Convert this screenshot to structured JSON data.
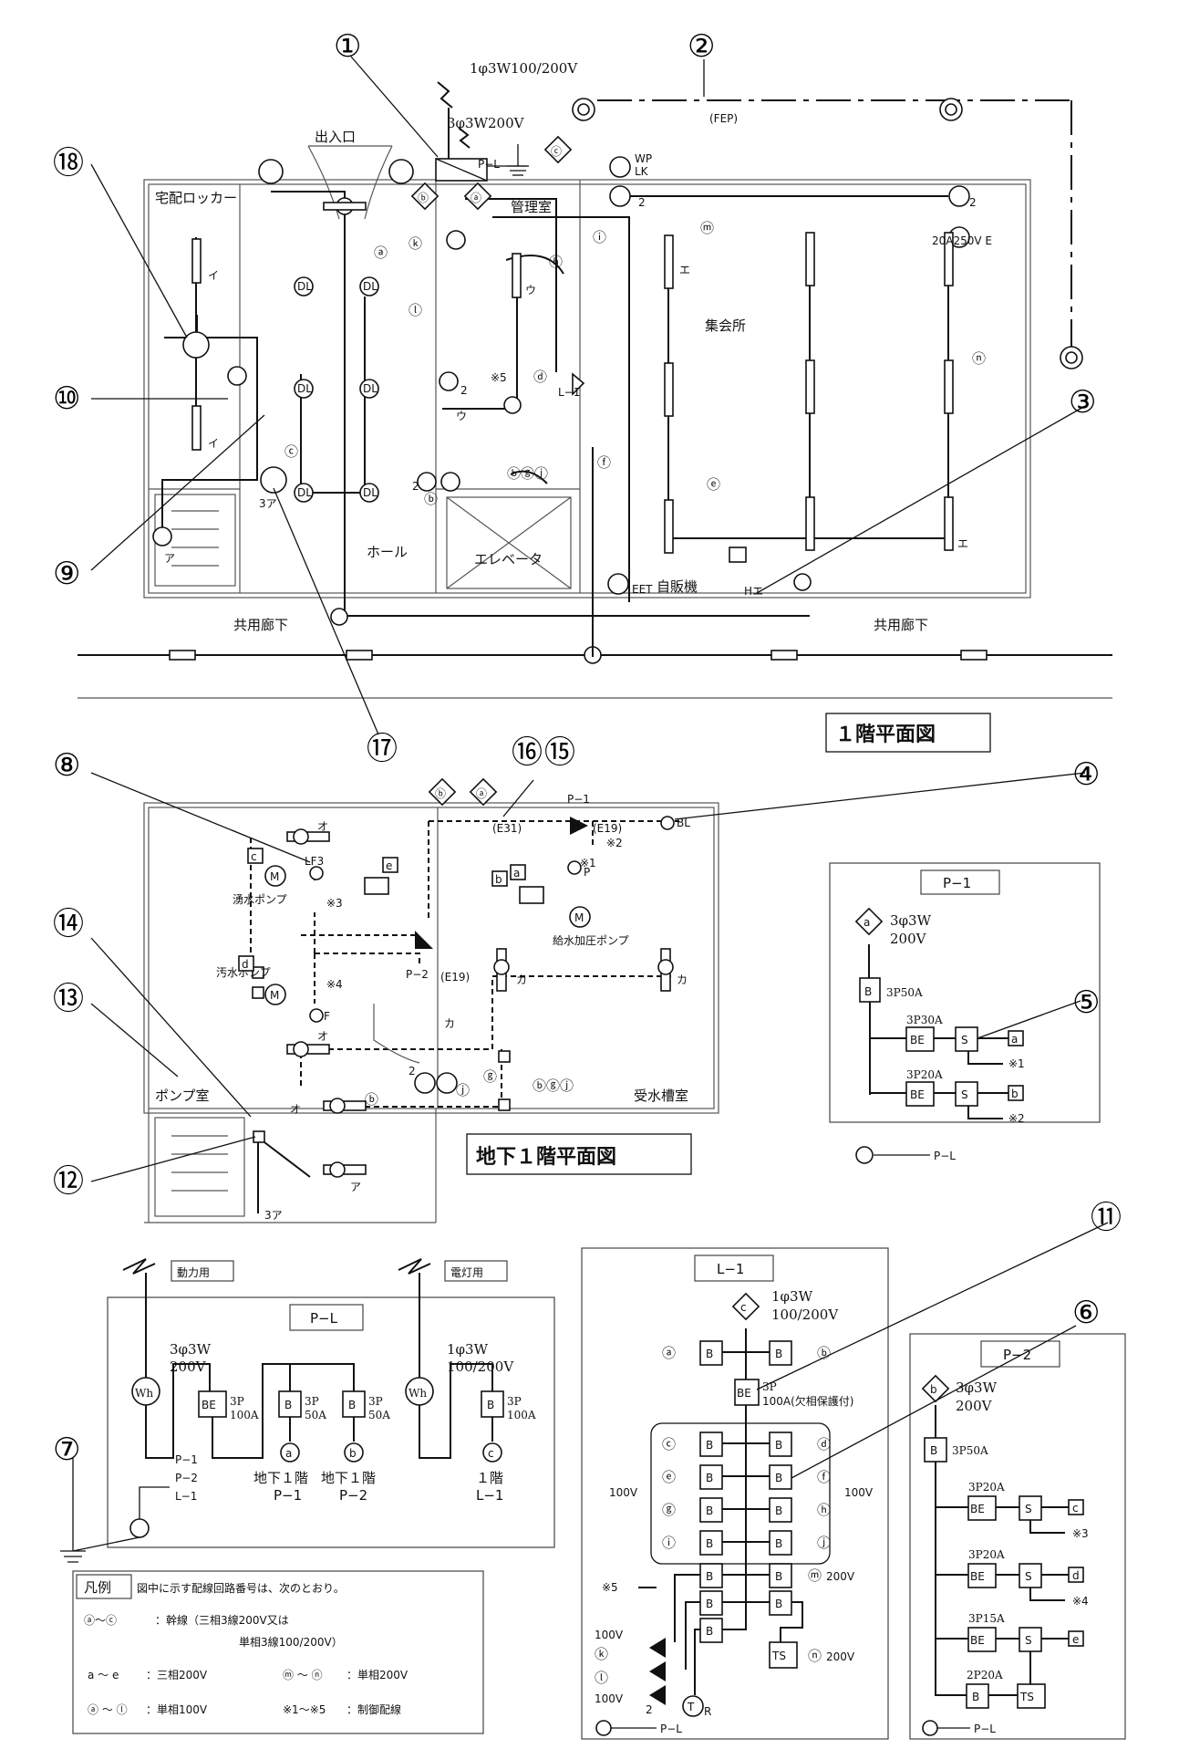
{
  "callouts": [
    "①",
    "②",
    "③",
    "④",
    "⑤",
    "⑥",
    "⑦",
    "⑧",
    "⑨",
    "⑩",
    "⑪",
    "⑫",
    "⑬",
    "⑭",
    "⑮",
    "⑯",
    "⑰",
    "⑱"
  ],
  "floor1": {
    "title": "１階平面図",
    "service_lamp": "1φ3W100/200V",
    "service_power": "3φ3W200V",
    "panel_pl": "P−L",
    "panel_l1": "L−1",
    "conduit": "(FEP)",
    "rooms": [
      "宅配ロッカー",
      "出入口",
      "管理室",
      "集会所",
      "ホール",
      "エレベータ",
      "自販機",
      "共用廊下",
      "共用廊下"
    ],
    "wp": "WP",
    "lk": "LK",
    "outlet_20a": "20A250V E",
    "eet": "EET",
    "dl": "DL",
    "kana_i": "イ",
    "kana_u": "ウ",
    "kana_a": "ア",
    "kana_3a": "3ア",
    "kana_e": "エ",
    "kana_he": "Hエ",
    "num2": "2",
    "note5": "※5",
    "circuits": [
      "ⓐ",
      "ⓑ",
      "ⓒ",
      "ⓓ",
      "ⓔ",
      "ⓕ",
      "ⓗ",
      "ⓘ",
      "ⓚ",
      "ⓛ",
      "ⓜ",
      "ⓝ",
      "ⓑⓖⓙ"
    ],
    "trunk_c": "ⓒ",
    "trunk_b": "ⓑ",
    "trunk_a": "ⓐ"
  },
  "b1": {
    "title": "地下１階平面図",
    "rooms": [
      "ポンプ室",
      "受水槽室"
    ],
    "p1": "P−1",
    "p2": "P−2",
    "lf3": "LF3",
    "bl": "BL",
    "f": "F",
    "p": "P",
    "m": "M",
    "e31": "(E31)",
    "e19": "(E19)",
    "pump_drain": "湧水ポンプ",
    "pump_sewage": "汚水ポンプ",
    "pump_water": "給水加圧ポンプ",
    "notes": [
      "※1",
      "※2",
      "※3",
      "※4"
    ],
    "kana_o": "オ",
    "kana_ka": "カ",
    "kana_a": "ア",
    "kana_3a": "3ア",
    "sq": [
      "a",
      "b",
      "c",
      "d",
      "e"
    ],
    "circ": [
      "ⓑ",
      "ⓖ",
      "ⓙ",
      "ⓑⓖⓙ"
    ],
    "num2": "2"
  },
  "p1_panel": {
    "title": "P−1",
    "supply": "3φ3W",
    "supply_v": "200V",
    "main": "3P50A",
    "br1": "3P30A",
    "br2": "3P20A",
    "b": "B",
    "be": "BE",
    "s": "S",
    "out_a": "a",
    "out_b": "b",
    "note1": "※1",
    "note2": "※2",
    "earth": "P−L"
  },
  "pl_panel": {
    "title": "P−L",
    "tag_power": "動力用",
    "tag_light": "電灯用",
    "wh": "Wh",
    "pw_supply": "3φ3W",
    "pw_v": "200V",
    "lt_supply": "1φ3W",
    "lt_v": "100/200V",
    "be": "BE",
    "b": "B",
    "main_p": "3P",
    "main_a": "100A",
    "br_p": "3P",
    "br_a": "50A",
    "lt_main_p": "3P",
    "lt_main_a": "100A",
    "dest_a": "地下１階",
    "dest_a2": "P−1",
    "dest_b": "地下１階",
    "dest_b2": "P−2",
    "dest_c": "１階",
    "dest_c2": "L−1",
    "trunk_a": "a",
    "trunk_b": "b",
    "trunk_c": "c",
    "earth_list": [
      "P−1",
      "P−2",
      "L−1"
    ]
  },
  "l1_panel": {
    "title": "L−1",
    "supply": "1φ3W",
    "supply_v": "100/200V",
    "trunk": "c",
    "main": "3P",
    "main_note": "100A(欠相保護付)",
    "v100": "100V",
    "v200": "200V",
    "left": [
      "ⓐ",
      "ⓒ",
      "ⓔ",
      "ⓖ",
      "ⓘ"
    ],
    "right": [
      "ⓑ",
      "ⓓ",
      "ⓕ",
      "ⓗ",
      "ⓙ"
    ],
    "m": "ⓜ",
    "n": "ⓝ",
    "k": "ⓚ",
    "l": "ⓛ",
    "note5": "※5",
    "b": "B",
    "be": "BE",
    "ts": "TS",
    "t": "T",
    "r": "R",
    "two": "2",
    "earth": "P−L"
  },
  "p2_panel": {
    "title": "P−2",
    "trunk": "b",
    "supply": "3φ3W",
    "supply_v": "200V",
    "main": "3P50A",
    "br1": "3P20A",
    "br2": "3P20A",
    "br3": "3P15A",
    "br4": "2P20A",
    "b": "B",
    "be": "BE",
    "s": "S",
    "ts": "TS",
    "out_c": "c",
    "out_d": "d",
    "out_e": "e",
    "note3": "※3",
    "note4": "※4",
    "earth": "P−L"
  },
  "legend": {
    "title": "凡例",
    "desc": "図中に示す配線回路番号は、次のとおり。",
    "row1a": "ⓐ〜ⓒ",
    "row1b": "：幹線（三相3線200V又は",
    "row1c": "単相3線100/200V）",
    "row2a": "a 〜 e",
    "row2b": "：三相200V",
    "row2c": "ⓜ 〜 ⓝ",
    "row2d": "：単相200V",
    "row3a": "ⓐ 〜 ⓛ",
    "row3b": "：単相100V",
    "row3c": "※1〜※5",
    "row3d": "：制御配線"
  }
}
